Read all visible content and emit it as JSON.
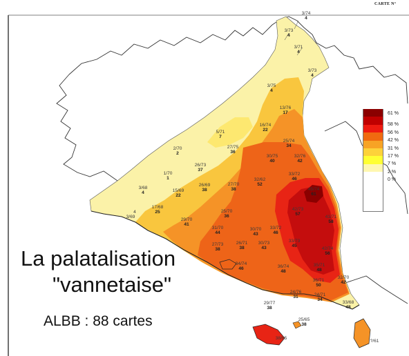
{
  "header": {
    "corner_label": "CARTE N°"
  },
  "title": {
    "line1": "La palatalisation",
    "line2": "\"vannetaise\"",
    "subtitle": "ALBB : 88 cartes"
  },
  "legend": {
    "items": [
      {
        "label": "61 %",
        "color": "#8b0000"
      },
      {
        "label": "58 %",
        "color": "#c00000"
      },
      {
        "label": "56 %",
        "color": "#ee1a10"
      },
      {
        "label": "42 %",
        "color": "#f06a10"
      },
      {
        "label": "31 %",
        "color": "#f7a325"
      },
      {
        "label": "17 %",
        "color": "#fdd23a"
      },
      {
        "label": "7 %",
        "color": "#ffff33"
      },
      {
        "label": "2 %",
        "color": "#fff7b0"
      },
      {
        "label": "0 %",
        "color": "#ffffff"
      }
    ]
  },
  "zone_colors": {
    "z2": "#fbf2a8",
    "z7": "#fde870",
    "z17": "#f9c63e",
    "z31": "#f59327",
    "z42": "#ee6418",
    "z56": "#e82415",
    "z58": "#c40d0d",
    "z61": "#8b0000"
  },
  "points": [
    {
      "ratio": "3/74",
      "value": "4"
    },
    {
      "ratio": "3/73",
      "value": "4"
    },
    {
      "ratio": "3/71",
      "value": "4"
    },
    {
      "ratio": "3/73",
      "value": "4"
    },
    {
      "ratio": "3/75",
      "value": "4"
    },
    {
      "ratio": "13/76",
      "value": "17"
    },
    {
      "ratio": "16/74",
      "value": "22"
    },
    {
      "ratio": "5/71",
      "value": "7"
    },
    {
      "ratio": "25/74",
      "value": "34"
    },
    {
      "ratio": "2/70",
      "value": "2"
    },
    {
      "ratio": "27/75",
      "value": "36"
    },
    {
      "ratio": "30/75",
      "value": "40"
    },
    {
      "ratio": "32/76",
      "value": "42"
    },
    {
      "ratio": "26/73",
      "value": "37"
    },
    {
      "ratio": "33/72",
      "value": "46"
    },
    {
      "ratio": "1/70",
      "value": "1"
    },
    {
      "ratio": "27/70",
      "value": "38"
    },
    {
      "ratio": "26/69",
      "value": "38"
    },
    {
      "ratio": "32/62",
      "value": "52"
    },
    {
      "ratio": "45/74",
      "value": "61"
    },
    {
      "ratio": "3/68",
      "value": "4"
    },
    {
      "ratio": "15/69",
      "value": "22"
    },
    {
      "ratio": "17/68",
      "value": "25"
    },
    {
      "ratio": "25/70",
      "value": "36"
    },
    {
      "ratio": "42/73",
      "value": "57"
    },
    {
      "ratio": "4",
      "value": ""
    },
    {
      "ratio": "3/69",
      "value": ""
    },
    {
      "ratio": "29/70",
      "value": "41"
    },
    {
      "ratio": "41/71",
      "value": "58"
    },
    {
      "ratio": "31/70",
      "value": "44"
    },
    {
      "ratio": "30/70",
      "value": "43"
    },
    {
      "ratio": "33/72",
      "value": "46"
    },
    {
      "ratio": "30/73",
      "value": "43"
    },
    {
      "ratio": "33/73",
      "value": "45"
    },
    {
      "ratio": "26/71",
      "value": "38"
    },
    {
      "ratio": "27/73",
      "value": "38"
    },
    {
      "ratio": "34/74",
      "value": "46"
    },
    {
      "ratio": "36/74",
      "value": "48"
    },
    {
      "ratio": "42/74",
      "value": "56"
    },
    {
      "ratio": "35/71",
      "value": "48"
    },
    {
      "ratio": "32/70",
      "value": "42"
    },
    {
      "ratio": "36/71",
      "value": "50"
    },
    {
      "ratio": "24/76",
      "value": "31"
    },
    {
      "ratio": "24/71",
      "value": "34"
    },
    {
      "ratio": "29/77",
      "value": "38"
    },
    {
      "ratio": "33/68",
      "value": "48"
    },
    {
      "ratio": "25/65",
      "value": "38"
    },
    {
      "ratio": "38/65",
      "value": ""
    },
    {
      "ratio": "?/61",
      "value": ""
    }
  ]
}
